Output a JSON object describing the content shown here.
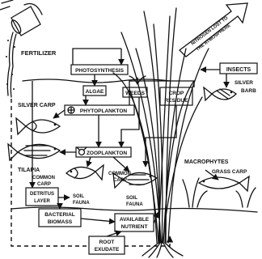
{
  "diagram": {
    "labels": {
      "fertilizer": "FERTILIZER",
      "photosynthesis": "PHOTOSYNTHESIS",
      "algae": "ALGAE",
      "weeds": "WEEDS",
      "crop_residue_line1": "CROP",
      "crop_residue_line2": "RESIDUE",
      "insects": "INSECTS",
      "silver_barb_line1": "SILVER",
      "silver_barb_line2": "BARB",
      "silver_carp": "SILVER CARP",
      "phytoplankton": "PHYTOPLANKTON",
      "zooplankton": "ZOOPLANKTON",
      "tilapia": "TILAPIA",
      "common_carp_left_line1": "COMMON",
      "common_carp_left_line2": "CARP",
      "common_carp_right_line1": "COMMON",
      "common_carp_right_line2": "CARP",
      "detritus_line1": "DETRITUS",
      "detritus_line2": "LAYER",
      "soil_fauna_left_line1": "SOIL",
      "soil_fauna_left_line2": "FAUNA",
      "soil_fauna_right_line1": "SOIL",
      "soil_fauna_right_line2": "FAUNA",
      "macrophytes": "MACROPHYTES",
      "grass_carp": "GRASS CARP",
      "bacterial_biomass_line1": "BACTERIAL",
      "bacterial_biomass_line2": "BIOMASS",
      "available_nutrient_line1": "AVAILABLE",
      "available_nutrient_line2": "NUTRIENT",
      "root_exudate_line1": "ROOT",
      "root_exudate_line2": "EXUDATE",
      "nitrogen_arrow_line1": "NITROGEN LOST TO",
      "nitrogen_arrow_line2": "THE ATMOSPHERE"
    }
  }
}
